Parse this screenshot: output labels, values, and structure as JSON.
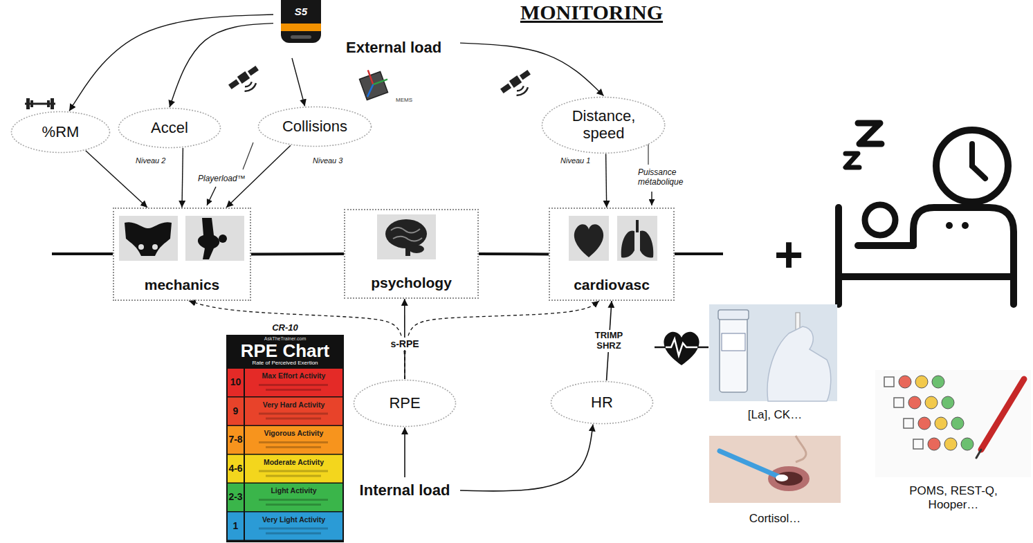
{
  "diagram": {
    "title": "MONITORING",
    "nodes": [
      {
        "text": [
          "External load"
        ]
      },
      {
        "text": [
          "%RM"
        ]
      },
      {
        "text": [
          "Accel"
        ]
      },
      {
        "text": [
          "Collisions"
        ]
      },
      {
        "text": [
          "Distance, speed"
        ]
      },
      {
        "text": [
          "mechanics"
        ]
      },
      {
        "text": [
          "psychology"
        ]
      },
      {
        "text": [
          "cardiovasc"
        ]
      },
      {
        "text": [
          "RPE"
        ]
      },
      {
        "text": [
          "HR"
        ]
      },
      {
        "text": [
          "Internal load"
        ]
      }
    ],
    "edges": [
      {
        "from": 0,
        "to": 1,
        "arrow": "to"
      },
      {
        "from": 0,
        "to": 2,
        "arrow": "to"
      },
      {
        "from": 0,
        "to": 3,
        "arrow": "to"
      },
      {
        "from": 0,
        "to": 4,
        "arrow": "to"
      },
      {
        "from": 1,
        "to": 5,
        "arrow": "to"
      },
      {
        "from": 2,
        "to": 5,
        "arrow": "to"
      },
      {
        "from": 3,
        "to": 5,
        "arrow": "to"
      },
      {
        "from": 4,
        "to": 7,
        "arrow": "to"
      },
      {
        "from": 5,
        "to": 6,
        "arrow": "none"
      },
      {
        "from": 6,
        "to": 7,
        "arrow": "none"
      },
      {
        "from": 10,
        "to": 8,
        "arrow": "to"
      },
      {
        "from": 10,
        "to": 9,
        "arrow": "to"
      },
      {
        "from": 8,
        "to": 6,
        "label": "s-RPE",
        "arrow": "to"
      },
      {
        "from": 8,
        "to": 5,
        "arrow": "to"
      },
      {
        "from": 8,
        "to": 7,
        "arrow": "to"
      },
      {
        "from": 9,
        "to": 7,
        "label": "TRIMP SHRZ",
        "arrow": "to"
      }
    ],
    "labels": [
      "S5",
      "MEMS",
      "Niveau 2",
      "Playerload™",
      "Niveau 3",
      "Niveau 1",
      "Puissance métabolique",
      "+",
      "CR-10",
      "AskTheTrainer.com",
      "RPE Chart",
      "Rate of Perceived Exertion",
      "10",
      "Max Effort Activity",
      "9",
      "Very Hard Activity",
      "7-8",
      "Vigorous Activity",
      "4-6",
      "Moderate Activity",
      "2-3",
      "Light Activity",
      "1",
      "Very Light Activity",
      "[La], CK…",
      "Cortisol…",
      "POMS, REST-Q, Hooper…"
    ]
  }
}
